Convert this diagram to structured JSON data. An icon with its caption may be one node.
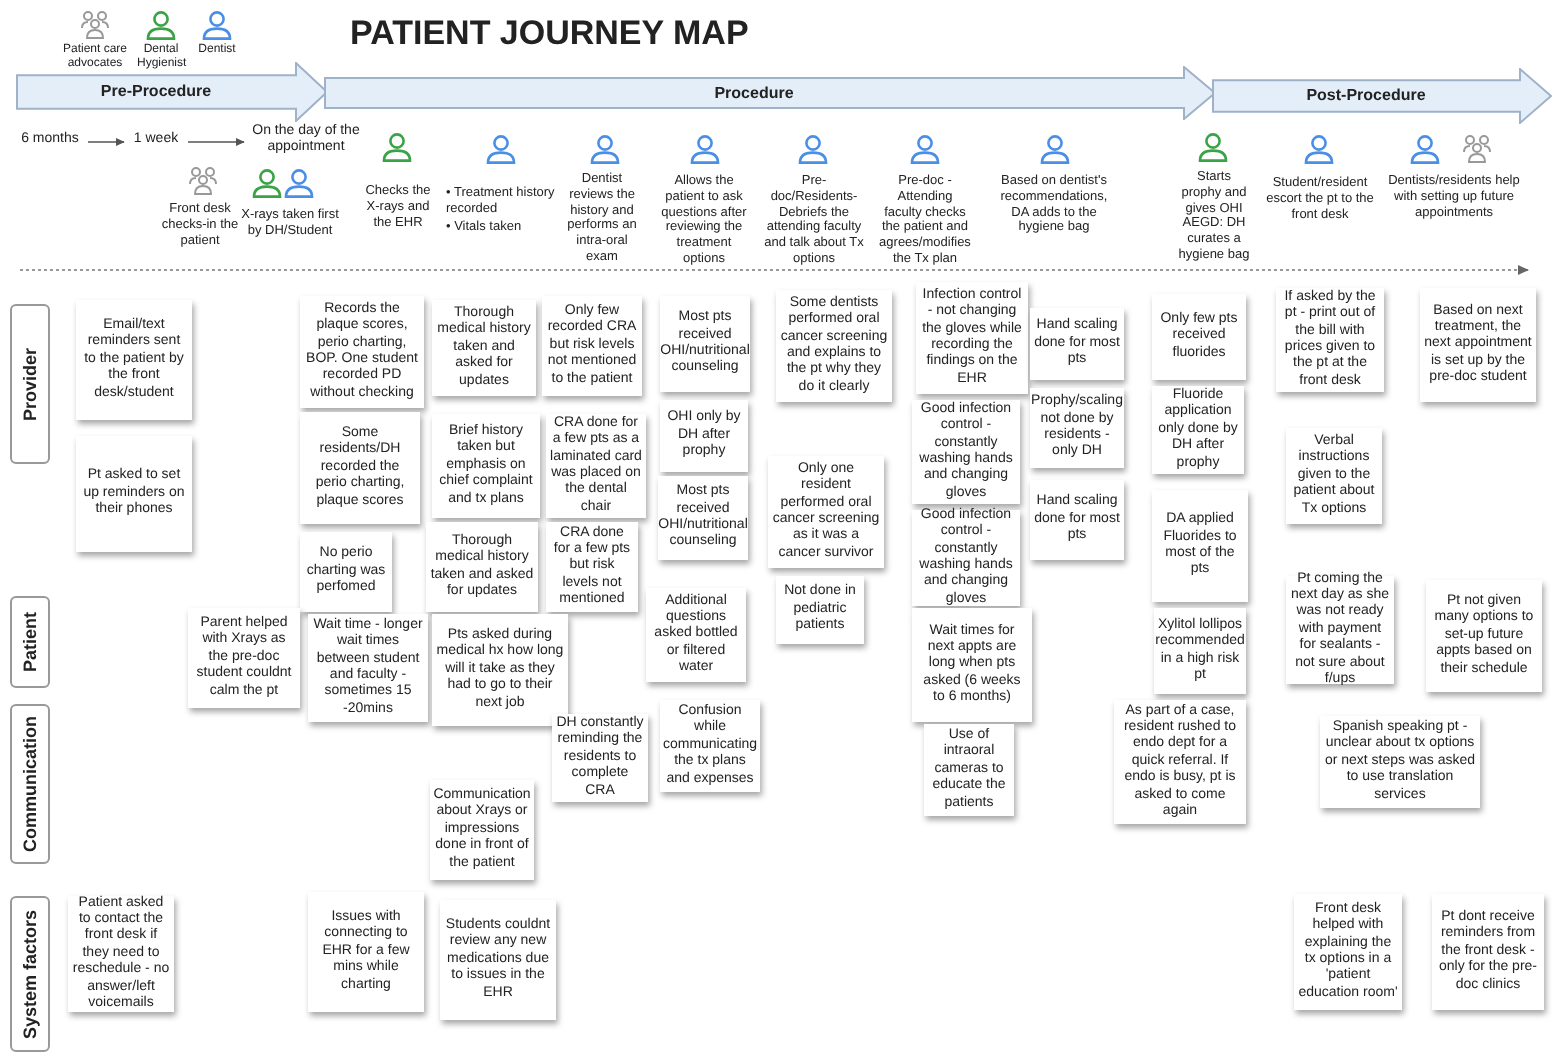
{
  "diagram": {
    "title": "PATIENT JOURNEY MAP",
    "nodes": [
      {
        "text": [
          "Pre-Procedure"
        ]
      },
      {
        "text": [
          "Procedure"
        ]
      },
      {
        "text": [
          "Post-Procedure"
        ]
      },
      {
        "text": [
          "6 months"
        ]
      },
      {
        "text": [
          "1 week"
        ]
      },
      {
        "text": [
          "On the day of the appointment"
        ]
      },
      {
        "text": [
          "Provider"
        ]
      },
      {
        "text": [
          "Email/text reminders sent to the patient by the front desk/student"
        ]
      },
      {
        "text": [
          "Pt asked to set up reminders on their phones"
        ]
      },
      {
        "text": [
          "Records the plaque scores, perio charting, BOP. One student recorded PD without checking"
        ]
      },
      {
        "text": [
          "Some residents/DH recorded the perio charting, plaque scores"
        ]
      },
      {
        "text": [
          "No perio charting was perfomed"
        ]
      },
      {
        "text": [
          "Thorough medical history taken and asked for updates"
        ]
      },
      {
        "text": [
          "Brief history taken but emphasis on chief complaint and tx plans"
        ]
      },
      {
        "text": [
          "Thorough medical history taken and asked for updates"
        ]
      },
      {
        "text": [
          "Only few recorded CRA but risk levels not mentioned to the patient"
        ]
      },
      {
        "text": [
          "CRA done for a few pts as a laminated card was placed on the dental chair"
        ]
      },
      {
        "text": [
          "CRA done for a few pts but risk levels not mentioned"
        ]
      },
      {
        "text": [
          "Most pts received OHI/nutritional counseling"
        ]
      },
      {
        "text": [
          "OHI only by DH after prophy"
        ]
      },
      {
        "text": [
          "Most pts received OHI/nutritional counseling"
        ]
      },
      {
        "text": [
          "Some dentists performed oral cancer screening and explains to the pt why they do it clearly"
        ]
      },
      {
        "text": [
          "Only one resident performed oral cancer screening as it was a cancer survivor"
        ]
      },
      {
        "text": [
          "Not done in pediatric patients"
        ]
      },
      {
        "text": [
          "Infection control - not changing the gloves while recording the findings on the EHR"
        ]
      },
      {
        "text": [
          "Good infection control - constantly washing hands and changing gloves"
        ]
      },
      {
        "text": [
          "Good infection control - constantly washing hands and changing gloves"
        ]
      },
      {
        "text": [
          "Hand scaling done for most pts"
        ]
      },
      {
        "text": [
          "Prophy/scaling not done by residents - only DH"
        ]
      },
      {
        "text": [
          "Hand scaling done for most pts"
        ]
      },
      {
        "text": [
          "Only few pts received fluorides"
        ]
      },
      {
        "text": [
          "Fluoride application only done by DH after prophy"
        ]
      },
      {
        "text": [
          "DA applied Fluorides to most of the pts"
        ]
      },
      {
        "text": [
          "If asked by the pt - print out of the bill with prices given to the pt at the front desk"
        ]
      },
      {
        "text": [
          "Verbal instructions given to the patient about Tx options"
        ]
      },
      {
        "text": [
          "Based on next treatment, the next appointment is set up by the pre-doc student"
        ]
      },
      {
        "text": [
          "Patient"
        ]
      },
      {
        "text": [
          "Parent helped with Xrays as the pre-doc student couldnt calm the pt"
        ]
      },
      {
        "text": [
          "Wait time - longer wait times between student and faculty - sometimes 15 -20mins"
        ]
      },
      {
        "text": [
          "Pts asked during medical hx how long will it take as they had to go to their next job"
        ]
      },
      {
        "text": [
          "Additional questions asked bottled or filtered water"
        ]
      },
      {
        "text": [
          "Wait times for next appts are long when pts asked (6 weeks to 6 months)"
        ]
      },
      {
        "text": [
          "Xylitol lollipos recommended in a high risk pt"
        ]
      },
      {
        "text": [
          "Pt coming the next day as she was not ready with payment for sealants - not sure about f/ups"
        ]
      },
      {
        "text": [
          "Pt not given many options to set-up future appts based on their schedule"
        ]
      },
      {
        "text": [
          "Communication"
        ]
      },
      {
        "text": [
          "DH constantly reminding the residents to complete CRA"
        ]
      },
      {
        "text": [
          "Confusion while communicating the tx plans and expenses"
        ]
      },
      {
        "text": [
          "Communication about Xrays or impressions done in front of the patient"
        ]
      },
      {
        "text": [
          "Use of intraoral cameras to educate the patients"
        ]
      },
      {
        "text": [
          "As part of a case, resident rushed to endo dept for a quick referral. If endo is busy, pt is asked to come again"
        ]
      },
      {
        "text": [
          "Spanish speaking pt - unclear about tx options or next steps was asked to use translation services"
        ]
      },
      {
        "text": [
          "System factors"
        ]
      },
      {
        "text": [
          "Patient asked to contact the front desk if they need to reschedule - no answer/left voicemails"
        ]
      },
      {
        "text": [
          "Issues with connecting to EHR for a few mins while charting"
        ]
      },
      {
        "text": [
          "Students couldnt review any new medications due to issues in the EHR"
        ]
      },
      {
        "text": [
          "Front desk helped with explaining the tx options in a 'patient education room'"
        ]
      },
      {
        "text": [
          "Pt dont receive reminders from the front desk - only for the pre-doc clinics"
        ]
      }
    ],
    "edges": [
      {
        "from": 3,
        "to": 4,
        "arrow": "to"
      },
      {
        "from": 4,
        "to": 5,
        "arrow": "to"
      }
    ],
    "labels": [
      "Front desk checks-in the patient",
      "X-rays taken first by DH/Student",
      "Checks the X-rays and the EHR",
      "• Treatment history recorded",
      "• Vitals taken",
      "Dentist reviews the history and performs an intra-oral exam",
      "Allows the patient to ask questions after reviewing the treatment options",
      "Pre-doc/Residents- Debriefs the attending faculty and talk about Tx options",
      "Pre-doc - Attending faculty checks the patient and agrees/modifies the Tx plan",
      "Based on dentist's recommendations, DA adds to the hygiene bag",
      "Starts prophy and gives OHI AEGD: DH curates a hygiene bag",
      "Student/resident escort the pt to the front desk",
      "Dentists/residents help with setting up future appointments"
    ],
    "legend": [
      {
        "text": "Patient care advocates"
      },
      {
        "text": "Dental Hygienist"
      },
      {
        "text": "Dentist"
      }
    ]
  }
}
